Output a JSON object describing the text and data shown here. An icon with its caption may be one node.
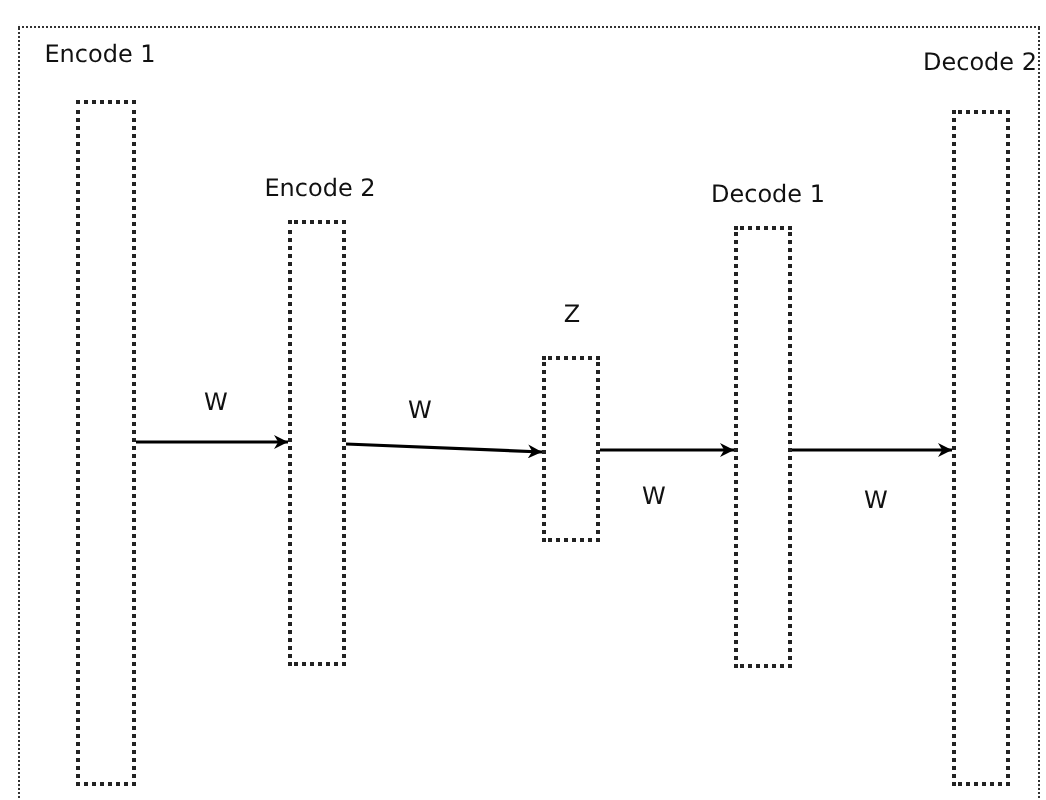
{
  "diagram": {
    "nodes": [
      {
        "text": [
          "Encode 1"
        ]
      },
      {
        "text": [
          "Encode 2"
        ]
      },
      {
        "text": [
          "Z"
        ]
      },
      {
        "text": [
          "Decode 1"
        ]
      },
      {
        "text": [
          "Decode 2"
        ]
      }
    ],
    "edges": [
      {
        "from": 0,
        "to": 1,
        "arrow": "to",
        "label": "W"
      },
      {
        "from": 1,
        "to": 2,
        "arrow": "to",
        "label": "W"
      },
      {
        "from": 2,
        "to": 3,
        "arrow": "to",
        "label": "W"
      },
      {
        "from": 3,
        "to": 4,
        "arrow": "to",
        "label": "W"
      }
    ]
  }
}
